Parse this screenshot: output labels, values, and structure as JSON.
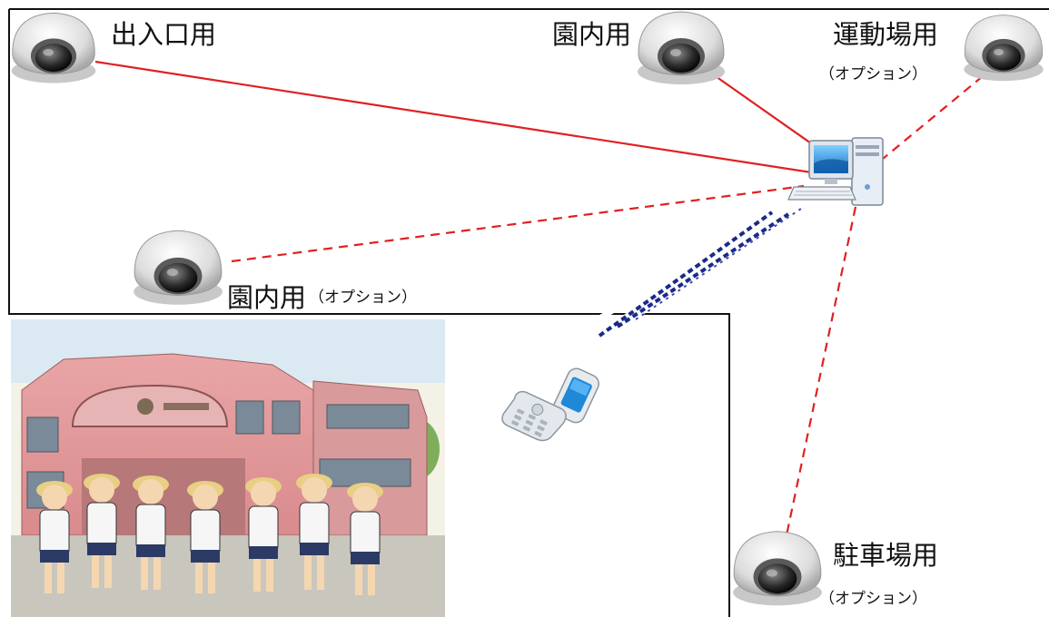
{
  "cameras": {
    "entrance": {
      "label": "出入口用"
    },
    "garden_top": {
      "label": "園内用"
    },
    "sports_field": {
      "label": "運動場用",
      "option": "（オプション）"
    },
    "garden_left": {
      "label": "園内用",
      "option": "（オプション）"
    },
    "parking": {
      "label": "駐車場用",
      "option": "（オプション）"
    }
  },
  "colors": {
    "wired_link": "#e02020",
    "wireless_link": "#1a2a8a",
    "border": "#111111"
  },
  "icons": {
    "camera": "dome-camera-icon",
    "server": "desktop-computer-icon",
    "phone": "flip-phone-icon",
    "building": "kindergarten-illustration"
  }
}
